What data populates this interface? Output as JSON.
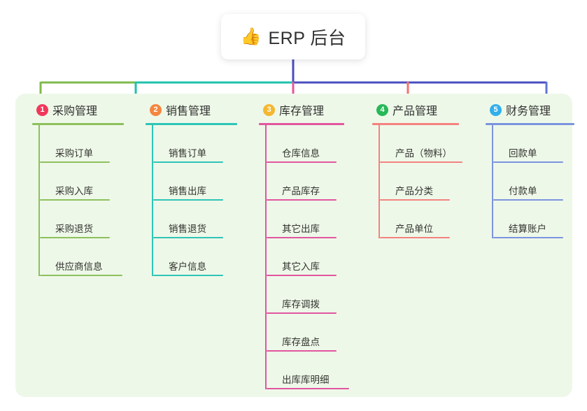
{
  "root": {
    "icon": "thumbs-up-icon",
    "emoji": "👍",
    "title": "ERP 后台"
  },
  "panel": {
    "background_color": "#eef8e9"
  },
  "connector_colors": {
    "root_stem": "#4a4ebf",
    "trunk_left": "#7fba4c",
    "trunk_mid": "#1fc2ae",
    "trunk_right": "#4a4ebf",
    "drops": [
      "#7fba4c",
      "#1fc2ae",
      "#e8559c",
      "#f2716f",
      "#5f74d6"
    ]
  },
  "columns": [
    {
      "index": "1",
      "title": "采购管理",
      "badge_color": "#f2385a",
      "line_color": "#8dc15c",
      "items": [
        {
          "label": "采购订单"
        },
        {
          "label": "采购入库"
        },
        {
          "label": "采购退货"
        },
        {
          "label": "供应商信息"
        }
      ]
    },
    {
      "index": "2",
      "title": "销售管理",
      "badge_color": "#f5863f",
      "line_color": "#2ec5b6",
      "items": [
        {
          "label": "销售订单"
        },
        {
          "label": "销售出库"
        },
        {
          "label": "销售退货"
        },
        {
          "label": "客户信息"
        }
      ]
    },
    {
      "index": "3",
      "title": "库存管理",
      "badge_color": "#f5b731",
      "line_color": "#e1569e",
      "items": [
        {
          "label": "仓库信息"
        },
        {
          "label": "产品库存"
        },
        {
          "label": "其它出库"
        },
        {
          "label": "其它入库"
        },
        {
          "label": "库存调拨"
        },
        {
          "label": "库存盘点"
        },
        {
          "label": "出库库明细"
        }
      ]
    },
    {
      "index": "4",
      "title": "产品管理",
      "badge_color": "#27b858",
      "line_color": "#f4827f",
      "items": [
        {
          "label": "产品（物料）"
        },
        {
          "label": "产品分类"
        },
        {
          "label": "产品单位"
        }
      ]
    },
    {
      "index": "5",
      "title": "财务管理",
      "badge_color": "#31b0ea",
      "line_color": "#7b94de",
      "items": [
        {
          "label": "回款单"
        },
        {
          "label": "付款单"
        },
        {
          "label": "结算账户"
        }
      ]
    }
  ]
}
